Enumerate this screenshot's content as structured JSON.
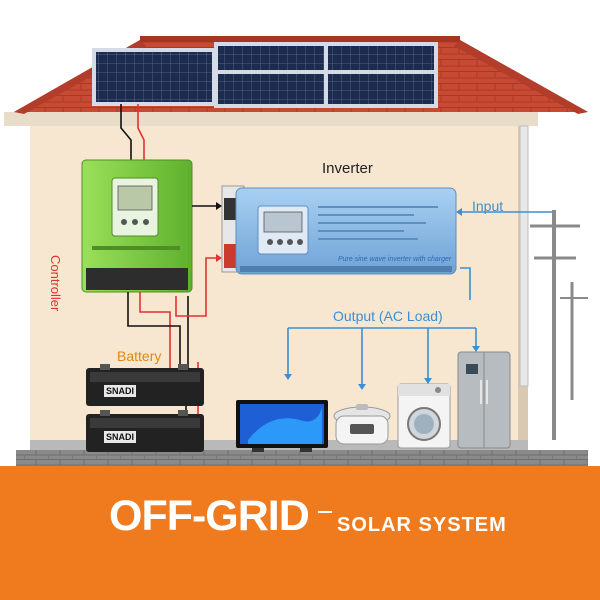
{
  "labels": {
    "inverter": "Inverter",
    "input": "Input",
    "output": "Output (AC Load)",
    "battery": "Battery",
    "controller": "Controller",
    "inverter_panel_text": "Pure sine wave inverter with charger"
  },
  "title": {
    "main": "OFF-GRID",
    "sub": "SOLAR SYSTEM"
  },
  "battery_brand": "SNADI",
  "colors": {
    "banner": "#f07a1e",
    "positive_wire": "#e23232",
    "negative_wire": "#111111",
    "ac_wire": "#3b8fd4",
    "controller_body": "#7ed03c",
    "inverter_body": "#8fbde8",
    "roof": "#c94a33",
    "wall": "#f8e7d0"
  },
  "icons": [
    "solar-panel-icon",
    "charge-controller-icon",
    "inverter-icon",
    "battery-icon",
    "tv-icon",
    "rice-cooker-icon",
    "washing-machine-icon",
    "refrigerator-icon",
    "power-pole-icon"
  ]
}
